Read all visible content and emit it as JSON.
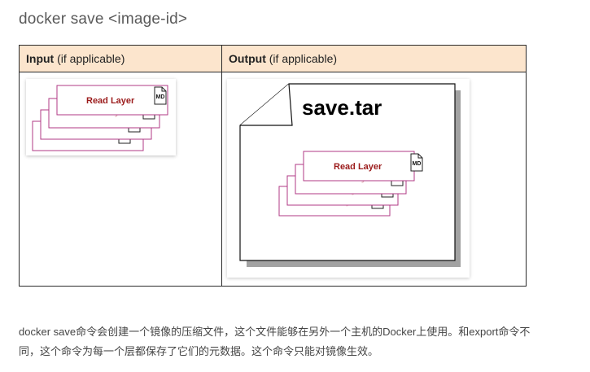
{
  "header": {
    "command": "docker save <image-id>"
  },
  "table": {
    "input_header_bold": "Input",
    "input_header_rest": " (if applicable)",
    "output_header_bold": "Output",
    "output_header_rest": " (if applicable)"
  },
  "diagram": {
    "layer_label": "Read Layer",
    "md_label": "MD",
    "archive_label": "save.tar",
    "layer_color": "#9b1b1b",
    "faded_layer_color": "#e3b4b8",
    "layer_border_color": "#b03a86"
  },
  "description": {
    "line1": "docker save命令会创建一个镜像的压缩文件，这个文件能够在另外一个主机的Docker上使用。和export命令不",
    "line2": "同，这个命令为每一个层都保存了它们的元数据。这个命令只能对镜像生效。"
  }
}
